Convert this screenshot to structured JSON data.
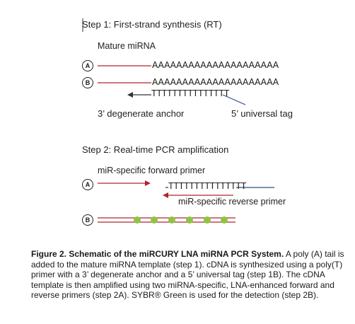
{
  "step1": {
    "heading": "Step 1: First-strand synthesis (RT)",
    "mature_label": "Mature miRNA",
    "marker_a": "A",
    "marker_b": "B",
    "polyA_a": "AAAAAAAAAAAAAAAAAAAAA",
    "polyA_b": "AAAAAAAAAAAAAAAAAAAAA",
    "polyT": "TTTTTTTTTTTTTTT",
    "anchor_label": "3’ degenerate anchor",
    "tag_label": "5’ universal tag"
  },
  "step2": {
    "heading": "Step 2: Real-time PCR amplification",
    "forward_label": "miR-specific forward primer",
    "reverse_label": "miR-specific reverse primer",
    "marker_a": "A",
    "marker_b": "B",
    "polyT": "TTTTTTTTTTTTTTT"
  },
  "caption": {
    "title": "Figure 2. Schematic of the miRCURY LNA miRNA PCR System.",
    "body": " A poly (A) tail is added to the mature miRNA template (step 1). cDNA is synthesized using a poly(T) primer with a 3’ degenerate anchor and a 5’ universal tag (step 1B). The cDNA template is then amplified using two miRNA-specific, LNA-enhanced forward and reverse primers (step 2A). SYBR® Green is used for the detection (step 2B)."
  },
  "colors": {
    "mirna_red": "#b0242e",
    "tag_blue": "#2d4f8a",
    "sybr_green": "#8cc63f",
    "text": "#1a1a1a"
  }
}
